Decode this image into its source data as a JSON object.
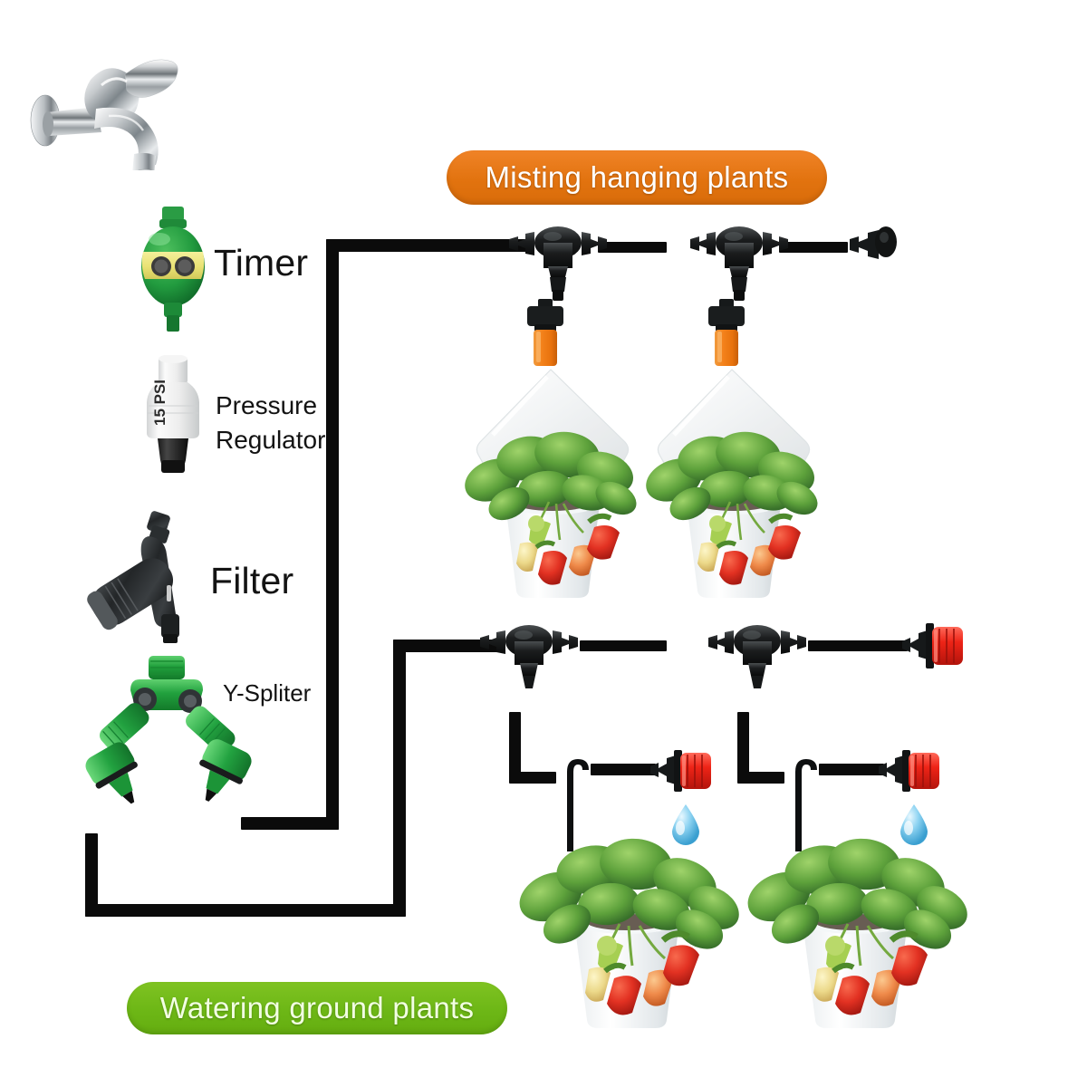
{
  "diagram": {
    "title_banners": {
      "misting": {
        "label": "Misting hanging plants",
        "color": "#e2730f"
      },
      "watering": {
        "label": "Watering ground plants",
        "color": "#6db716"
      }
    },
    "components": [
      {
        "id": "faucet",
        "label": "",
        "icon": "faucet-icon"
      },
      {
        "id": "timer",
        "label": "Timer",
        "icon": "timer-icon"
      },
      {
        "id": "pressure_regulator",
        "label": "Pressure\nRegulator",
        "label_line1": "Pressure",
        "label_line2": "Regulator",
        "icon": "pressure-regulator-icon",
        "marking": "15 PSI"
      },
      {
        "id": "filter",
        "label": "Filter",
        "icon": "filter-icon"
      },
      {
        "id": "y_splitter",
        "label": "Y-Spliter",
        "icon": "y-splitter-icon"
      }
    ],
    "labels": {
      "timer": "Timer",
      "pressure_regulator_l1": "Pressure",
      "pressure_regulator_l2": "Regulator",
      "filter": "Filter",
      "y_splitter": "Y-Spliter"
    },
    "lines": {
      "misting_line": {
        "name": "misting-line",
        "tees": 2,
        "nozzle_color": "#f4871f",
        "end_fitting": "end-plug",
        "nozzle_type": "misting-nozzle"
      },
      "watering_line": {
        "name": "watering-line",
        "tees": 2,
        "dripper_color": "#ee2417",
        "end_fitting": "adjustable-dripper",
        "dripper_type": "adjustable-dripper",
        "stakes": 2,
        "drops": 2
      }
    },
    "plants": {
      "hanging": {
        "count": 2,
        "type": "strawberry-in-white-pot-with-bag"
      },
      "ground": {
        "count": 2,
        "type": "strawberry-in-white-pot"
      }
    },
    "colors": {
      "pipe": "#0b0b0b",
      "orange_accent": "#f4871f",
      "red_accent": "#ee2417",
      "green_accent": "#2e9a45",
      "banner_orange": "#e2730f",
      "banner_green": "#6db716",
      "text": "#131313",
      "water_blue": "#6cc8ee"
    }
  }
}
